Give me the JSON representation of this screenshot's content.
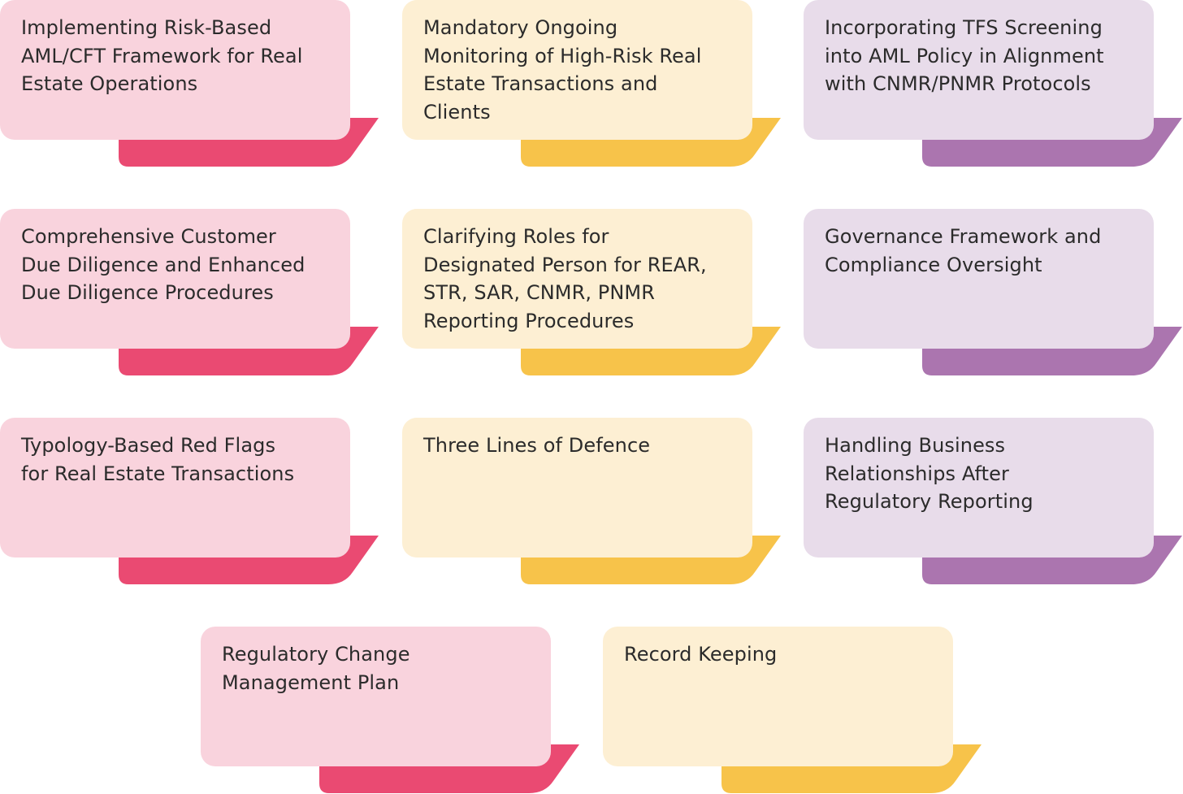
{
  "colors": {
    "pink": {
      "box": "#f9d3dd",
      "tab": "#ea4a72"
    },
    "yellow": {
      "box": "#fdefd3",
      "tab": "#f7c34a"
    },
    "purple": {
      "box": "#e8dcea",
      "tab": "#ab75af"
    }
  },
  "cards": [
    {
      "label": "Implementing Risk-Based\nAML/CFT Framework for Real\nEstate Operations",
      "theme": "pink"
    },
    {
      "label": "Mandatory Ongoing\nMonitoring of High-Risk Real\nEstate Transactions and\nClients",
      "theme": "yellow"
    },
    {
      "label": "Incorporating TFS Screening\ninto AML Policy in Alignment\nwith CNMR/PNMR Protocols",
      "theme": "purple"
    },
    {
      "label": "Comprehensive Customer\nDue Diligence and Enhanced\nDue Diligence Procedures",
      "theme": "pink"
    },
    {
      "label": "Clarifying Roles for\nDesignated Person for REAR,\nSTR, SAR, CNMR, PNMR\nReporting Procedures",
      "theme": "yellow"
    },
    {
      "label": "Governance Framework and\nCompliance Oversight",
      "theme": "purple"
    },
    {
      "label": "Typology-Based Red Flags\nfor Real Estate Transactions",
      "theme": "pink"
    },
    {
      "label": "Three Lines of Defence",
      "theme": "yellow"
    },
    {
      "label": "Handling Business\nRelationships After\nRegulatory Reporting",
      "theme": "purple"
    },
    {
      "label": "Regulatory Change\nManagement Plan",
      "theme": "pink"
    },
    {
      "label": "Record Keeping",
      "theme": "yellow"
    }
  ]
}
